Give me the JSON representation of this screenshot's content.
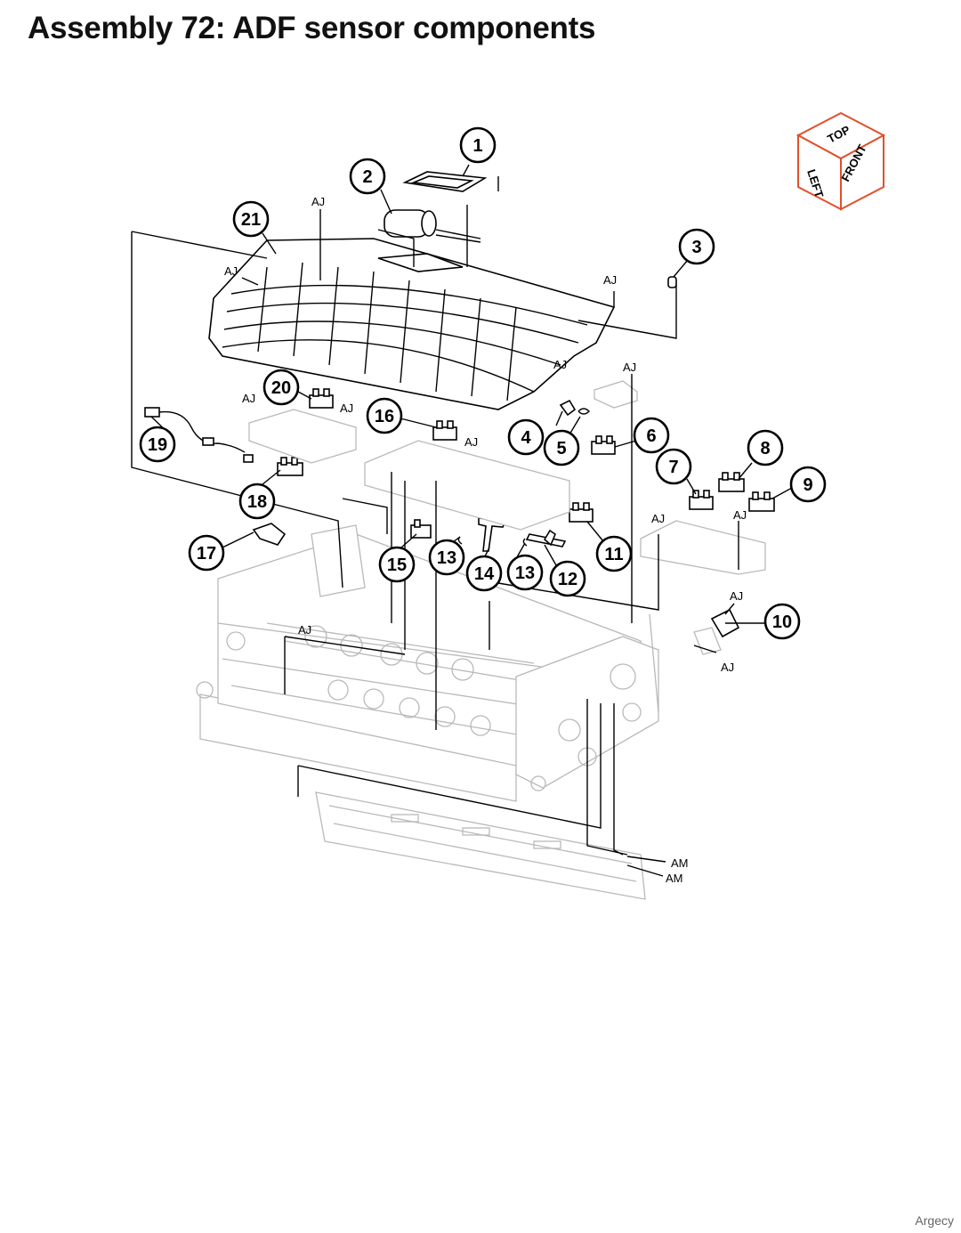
{
  "page": {
    "title": "Assembly 72: ADF sensor components",
    "watermark": "Argecy"
  },
  "orientation_cube": {
    "top_label": "TOP",
    "left_label": "LEFT",
    "front_label": "FRONT",
    "edge_color": "#e0502a"
  },
  "callouts": [
    {
      "id": "1",
      "label": "1"
    },
    {
      "id": "2",
      "label": "2"
    },
    {
      "id": "3",
      "label": "3"
    },
    {
      "id": "4",
      "label": "4"
    },
    {
      "id": "5",
      "label": "5"
    },
    {
      "id": "6",
      "label": "6"
    },
    {
      "id": "7",
      "label": "7"
    },
    {
      "id": "8",
      "label": "8"
    },
    {
      "id": "9",
      "label": "9"
    },
    {
      "id": "10",
      "label": "10"
    },
    {
      "id": "11",
      "label": "11"
    },
    {
      "id": "12",
      "label": "12"
    },
    {
      "id": "13a",
      "label": "13"
    },
    {
      "id": "13b",
      "label": "13"
    },
    {
      "id": "14",
      "label": "14"
    },
    {
      "id": "15",
      "label": "15"
    },
    {
      "id": "16",
      "label": "16"
    },
    {
      "id": "17",
      "label": "17"
    },
    {
      "id": "18",
      "label": "18"
    },
    {
      "id": "19",
      "label": "19"
    },
    {
      "id": "20",
      "label": "20"
    },
    {
      "id": "21",
      "label": "21"
    }
  ],
  "reference_labels": [
    {
      "id": "aj1",
      "label": "AJ"
    },
    {
      "id": "aj2",
      "label": "AJ"
    },
    {
      "id": "aj3",
      "label": "AJ"
    },
    {
      "id": "aj4",
      "label": "AJ"
    },
    {
      "id": "aj5",
      "label": "AJ"
    },
    {
      "id": "aj6",
      "label": "AJ"
    },
    {
      "id": "aj7",
      "label": "AJ"
    },
    {
      "id": "aj8",
      "label": "AJ"
    },
    {
      "id": "aj9",
      "label": "AJ"
    },
    {
      "id": "aj10",
      "label": "AJ"
    },
    {
      "id": "aj11",
      "label": "AJ"
    },
    {
      "id": "aj12",
      "label": "AJ"
    },
    {
      "id": "aj13",
      "label": "AJ"
    },
    {
      "id": "am1",
      "label": "AM"
    },
    {
      "id": "am2",
      "label": "AM"
    }
  ]
}
